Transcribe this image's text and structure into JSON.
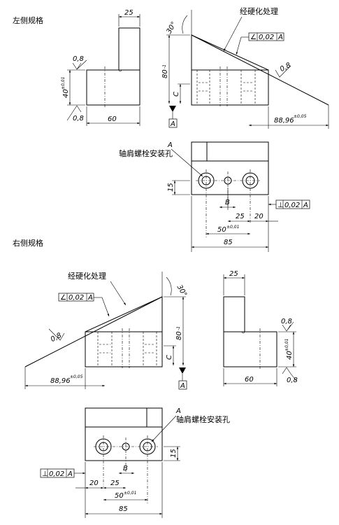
{
  "left_section": {
    "title": "左侧规格",
    "side_view": {
      "dim_width_top": "25",
      "dim_width_bottom": "60",
      "dim_height": "40",
      "dim_height_tol": "±0,01",
      "roughness_top": "0,8",
      "roughness_bottom": "0,8"
    },
    "front_view": {
      "angle": "30°",
      "hardening_label": "经硬化处理",
      "flatness_symbol": "∠",
      "flatness_value": "0,02",
      "flatness_datum": "A",
      "roughness": "0,8",
      "dim_height": "80",
      "dim_height_tol": "-1",
      "dim_c": "C",
      "datum": "A",
      "dim_length": "88,96",
      "dim_length_tol": "±0,05"
    },
    "top_view": {
      "hole_label_letter": "A",
      "hole_label": "轴肩螺栓安装孔",
      "dim_15": "15",
      "dim_b": "B",
      "dim_25": "25",
      "dim_20": "20",
      "dim_50": "50",
      "dim_50_tol": "±0,01",
      "dim_85": "85",
      "perp_symbol": "⊥",
      "perp_value": "0,02",
      "perp_datum": "A"
    }
  },
  "right_section": {
    "title": "右侧规格",
    "front_view": {
      "hardening_label": "经硬化处理",
      "angle": "30°",
      "flatness_symbol": "∠",
      "flatness_value": "0,02",
      "flatness_datum": "A",
      "roughness": "0,8",
      "dim_height": "80",
      "dim_height_tol": "-1",
      "dim_c": "C",
      "datum": "A",
      "dim_length": "88,96",
      "dim_length_tol": "±0,05"
    },
    "side_view": {
      "dim_width_top": "25",
      "dim_width_bottom": "60",
      "dim_height": "40",
      "dim_height_tol": "±0,01",
      "roughness_top": "0,8",
      "roughness_bottom": "0,8"
    },
    "top_view": {
      "hole_label_letter": "A",
      "hole_label": "轴肩螺栓安装孔",
      "dim_15": "15",
      "dim_b": "B",
      "dim_25": "25",
      "dim_20": "20",
      "dim_50": "50",
      "dim_50_tol": "±0,01",
      "dim_85": "85",
      "perp_symbol": "⊥",
      "perp_value": "0,02",
      "perp_datum": "A"
    }
  }
}
